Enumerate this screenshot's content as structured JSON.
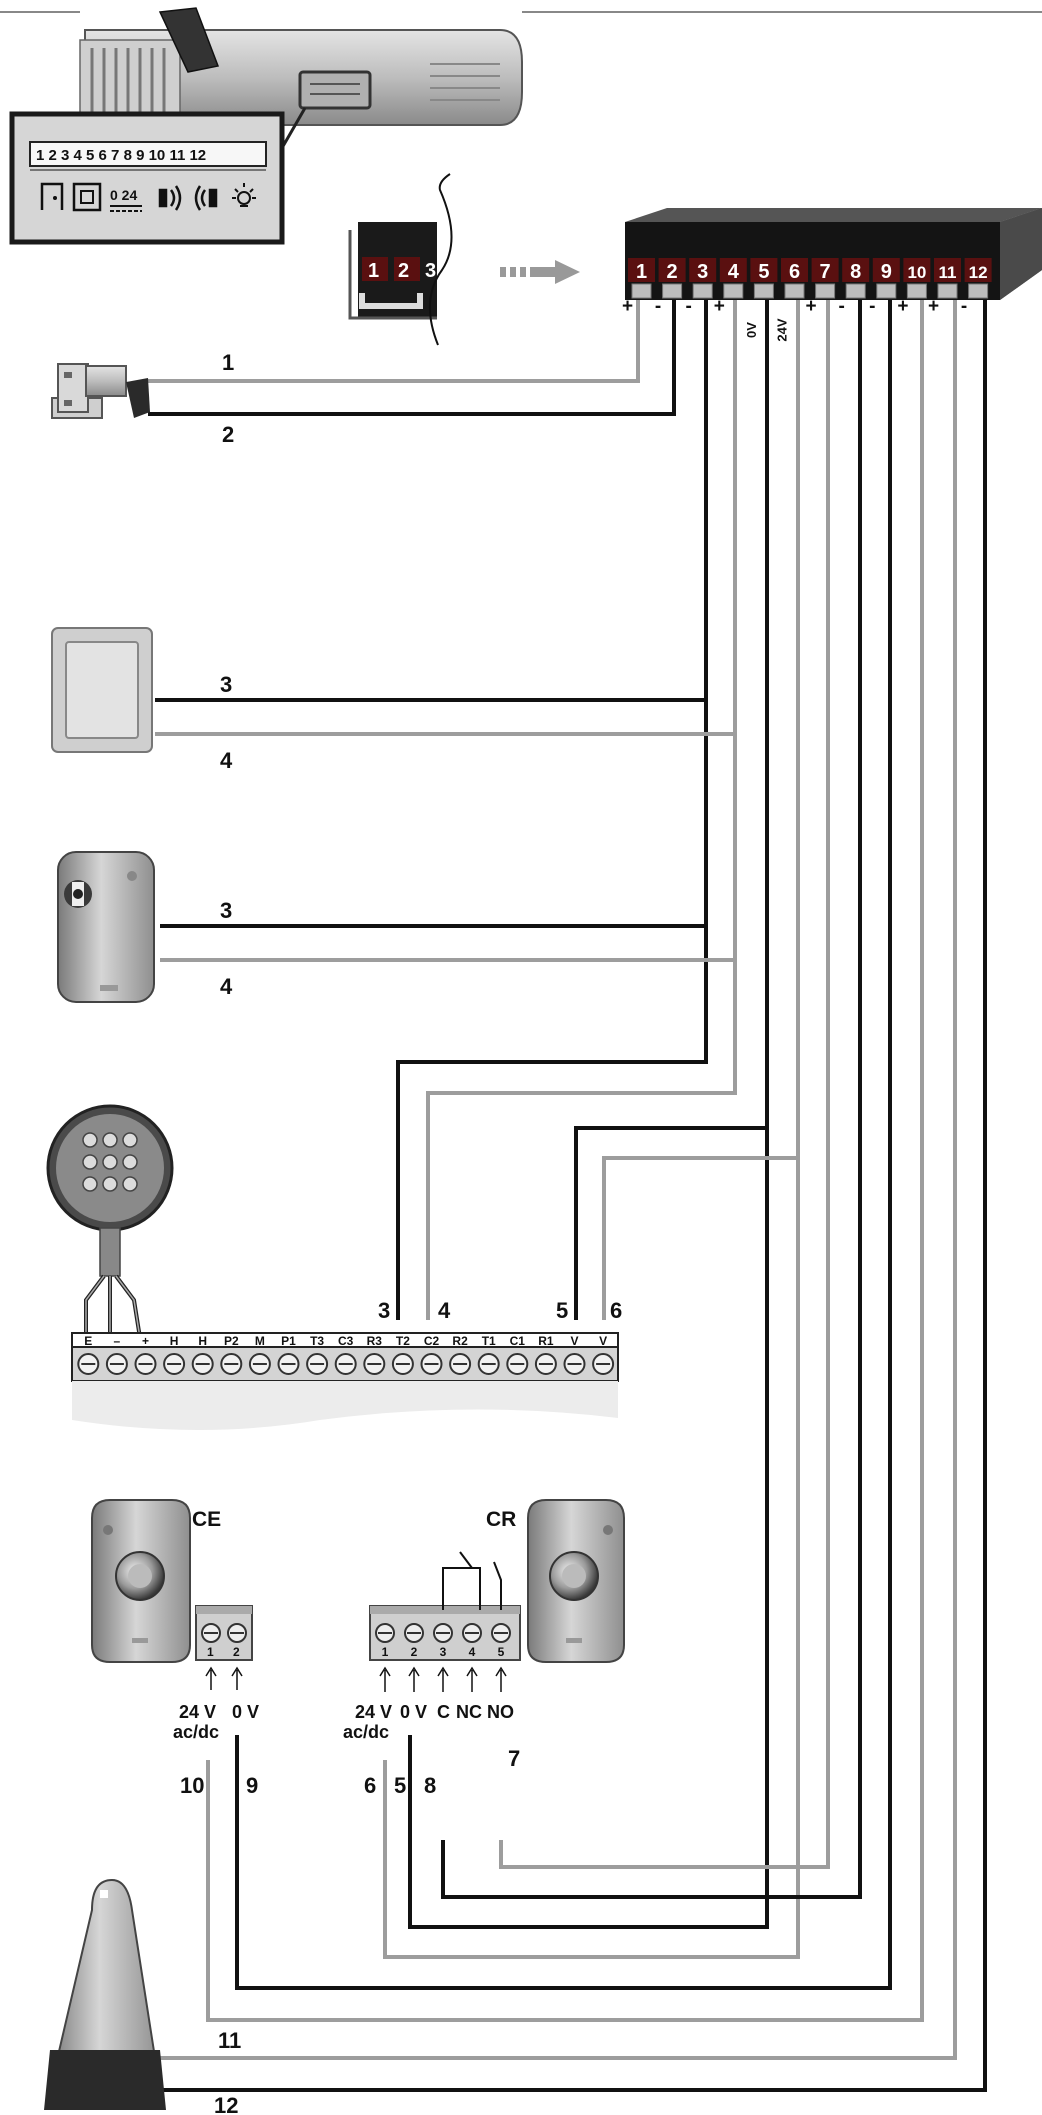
{
  "motor_panel": {
    "numbers": "1 2 3 4 5 6 7 8 9 10 11 12",
    "voltage_label": "0 24"
  },
  "connector_insert": {
    "digit_1": "1",
    "digit_2": "2",
    "digit_3": "3"
  },
  "terminal_block": {
    "numbers": [
      "1",
      "2",
      "3",
      "4",
      "5",
      "6",
      "7",
      "8",
      "9",
      "10",
      "11",
      "12"
    ],
    "polarity": [
      "+",
      "-",
      "-",
      "+",
      "0V",
      "24V",
      "+",
      "-",
      "-",
      "+",
      "+",
      "-"
    ]
  },
  "wire_labels": {
    "w1": "1",
    "w2": "2",
    "switch_3": "3",
    "switch_4": "4",
    "key_3": "3",
    "key_4": "4",
    "keypad_3": "3",
    "keypad_4": "4",
    "keypad_5": "5",
    "keypad_6": "6",
    "photo_10": "10",
    "photo_9": "9",
    "photo_6": "6",
    "photo_5": "5",
    "photo_8": "8",
    "photo_7": "7",
    "lamp_11": "11",
    "lamp_12": "12"
  },
  "keypad_strip": {
    "terminals": [
      "E",
      "–",
      "+",
      "H",
      "H",
      "P2",
      "M",
      "P1",
      "T3",
      "C3",
      "R3",
      "T2",
      "C2",
      "R2",
      "T1",
      "C1",
      "R1",
      "V",
      "V"
    ]
  },
  "photocell_ce": {
    "title": "CE",
    "terminals": [
      "1",
      "2"
    ],
    "label_24v": "24 V",
    "label_acdc": "ac/dc",
    "label_0v": "0 V"
  },
  "photocell_cr": {
    "title": "CR",
    "terminals": [
      "1",
      "2",
      "3",
      "4",
      "5"
    ],
    "label_24v": "24 V",
    "label_acdc": "ac/dc",
    "label_0v": "0 V",
    "label_c": "C",
    "label_nc": "NC",
    "label_no": "NO"
  }
}
